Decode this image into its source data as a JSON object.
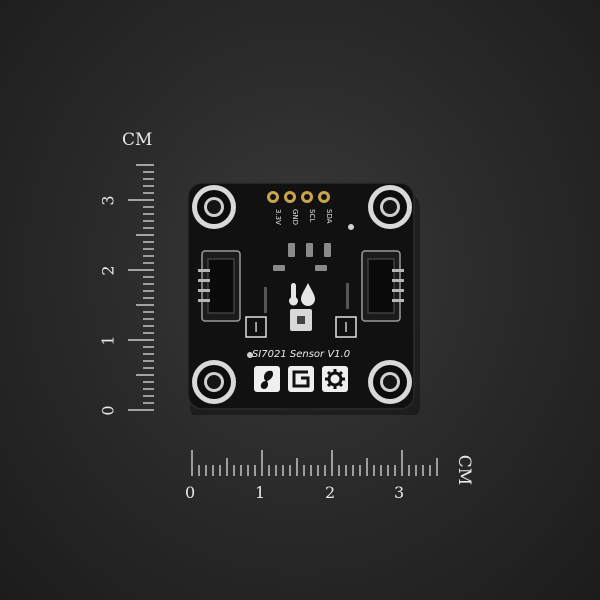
{
  "vertical_ruler": {
    "unit": "CM",
    "labels": [
      "3",
      "2",
      "1",
      "0"
    ]
  },
  "horizontal_ruler": {
    "unit": "CM",
    "labels": [
      "0",
      "1",
      "2",
      "3"
    ]
  },
  "board": {
    "pins": [
      "3.3V",
      "GND",
      "SCL",
      "SDA"
    ],
    "name": "SI7021 Sensor V1.0",
    "interface_mark": "I",
    "logos": [
      "dfrobot-logo",
      "gravity-logo",
      "gear-logo"
    ]
  }
}
